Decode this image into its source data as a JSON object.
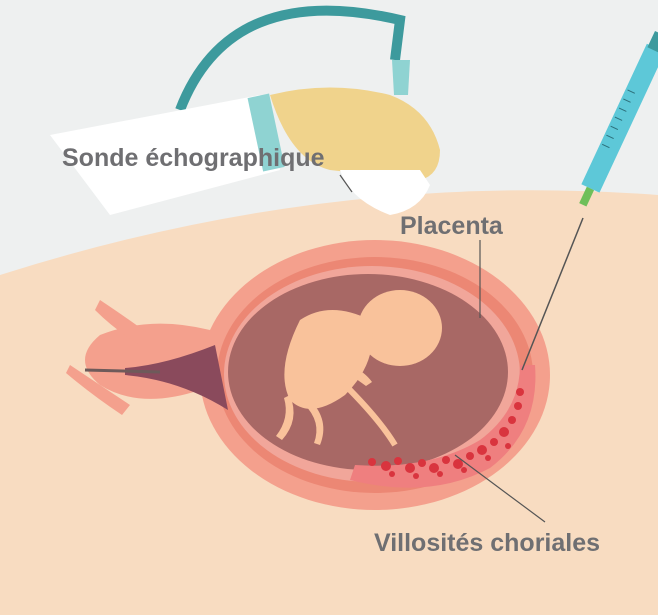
{
  "labels": {
    "probe": "Sonde échographique",
    "placenta": "Placenta",
    "villi": "Villosités choriales"
  },
  "colors": {
    "background_top": "#eef0f0",
    "skin": "#f8dcc1",
    "uterus_outer": "#f4a08d",
    "uterus_wall": "#ec8774",
    "amniotic_cavity": "#a86865",
    "embryo": "#f9c29b",
    "placenta": "#ef7f7f",
    "chorionic_villi": "#d9343e",
    "glove": "#f0d38c",
    "sleeve": "#ffffff",
    "cuff": "#8fd3d2",
    "probe_cable": "#3d9a9d",
    "syringe_barrel": "#5dc8d8",
    "needle_tip": "#6fbf5a",
    "label_text": "#6f6f72"
  }
}
